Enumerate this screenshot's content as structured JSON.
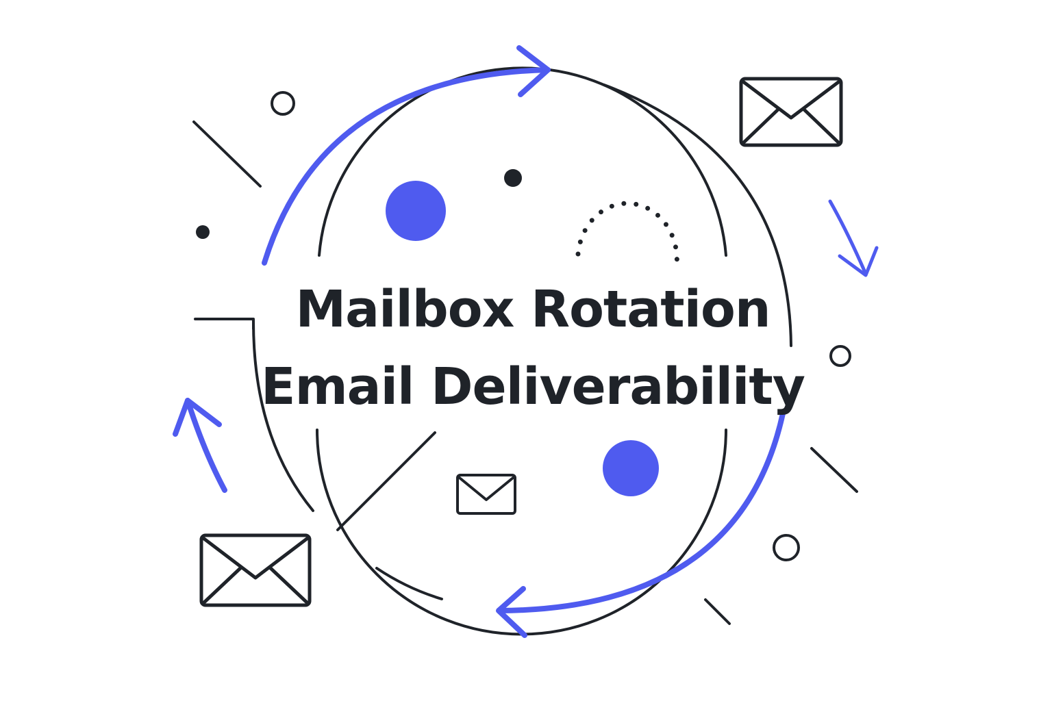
{
  "title": {
    "line1": "Mailbox Rotation",
    "line2": "Email Deliverability"
  },
  "colors": {
    "accent": "#4f5bef",
    "ink": "#1f2329",
    "background": "#ffffff"
  },
  "icons": [
    "envelope-icon",
    "arrow-icon",
    "circle-dot",
    "ring"
  ]
}
